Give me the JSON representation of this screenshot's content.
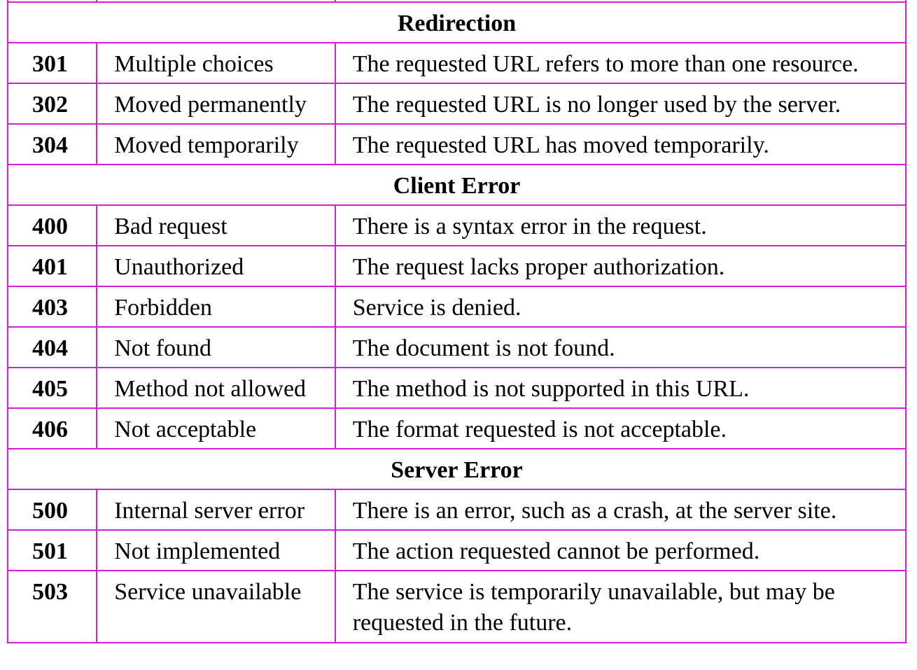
{
  "colors": {
    "border": "#d61fd6",
    "text": "#000000",
    "background": "#ffffff"
  },
  "sections": [
    {
      "title": "Redirection",
      "rows": [
        {
          "code": "301",
          "phrase": "Multiple choices",
          "description": "The requested URL refers to more than one resource."
        },
        {
          "code": "302",
          "phrase": "Moved permanently",
          "description": "The requested URL is no longer used by the server."
        },
        {
          "code": "304",
          "phrase": "Moved temporarily",
          "description": "The requested URL has moved temporarily."
        }
      ]
    },
    {
      "title": "Client Error",
      "rows": [
        {
          "code": "400",
          "phrase": "Bad request",
          "description": "There is a syntax error in the request."
        },
        {
          "code": "401",
          "phrase": "Unauthorized",
          "description": "The request lacks proper authorization."
        },
        {
          "code": "403",
          "phrase": "Forbidden",
          "description": "Service is denied."
        },
        {
          "code": "404",
          "phrase": "Not found",
          "description": "The document is not found."
        },
        {
          "code": "405",
          "phrase": "Method not allowed",
          "description": "The method is not supported in this URL."
        },
        {
          "code": "406",
          "phrase": "Not acceptable",
          "description": "The format requested is not acceptable."
        }
      ]
    },
    {
      "title": "Server Error",
      "rows": [
        {
          "code": "500",
          "phrase": "Internal server error",
          "description": "There is an error, such as a crash, at the server site."
        },
        {
          "code": "501",
          "phrase": "Not implemented",
          "description": "The action requested cannot be performed."
        },
        {
          "code": "503",
          "phrase": "Service unavailable",
          "description": "The service is temporarily unavailable, but may be requested in the future."
        }
      ]
    }
  ]
}
